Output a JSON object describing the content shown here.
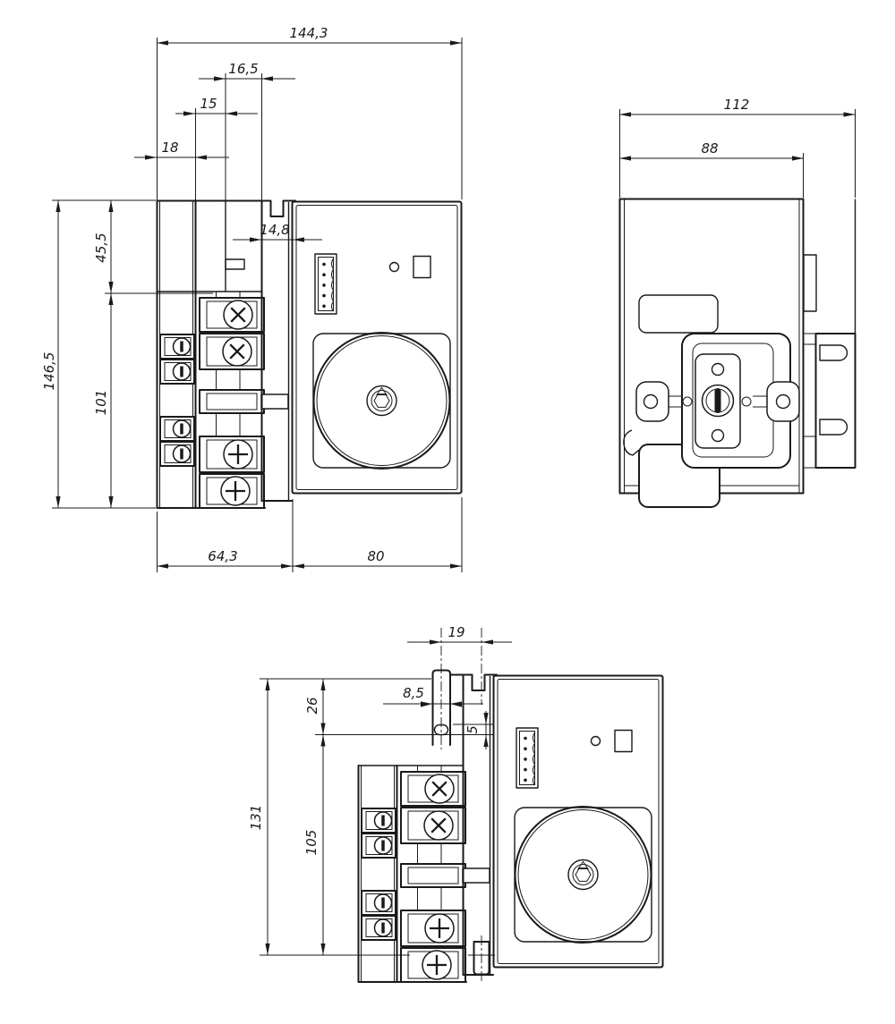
{
  "page": {
    "background": "#ffffff",
    "line_color": "#1a1a1a"
  },
  "views": {
    "front": {
      "dims": {
        "overall_width": "144,3",
        "tab_offset": "16,5",
        "din_offset": "15",
        "left_section_width": "18",
        "rail_offset": "14,8",
        "overall_height": "146,5",
        "upper_section_height": "45,5",
        "lower_section_height": "101",
        "terminal_section_width": "64,3",
        "front_module_width": "80"
      }
    },
    "side": {
      "dims": {
        "overall_depth": "112",
        "housing_depth": "88"
      }
    },
    "bottom": {
      "dims": {
        "tab_slot_pitch": "19",
        "tab_width": "8,5",
        "top_to_slot": "26",
        "slot_height": "5",
        "mounting_span_total": "131",
        "mounting_span_lower": "105"
      }
    }
  }
}
